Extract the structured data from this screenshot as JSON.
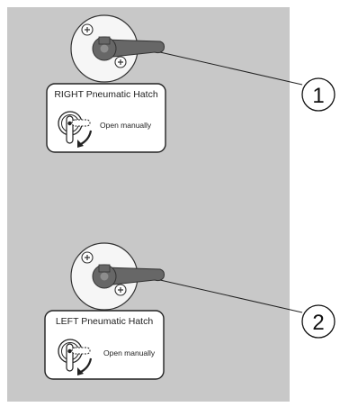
{
  "hatches": [
    {
      "id": "right",
      "title": "RIGHT Pneumatic Hatch",
      "instruction": "Open manually",
      "callout": "1",
      "icons": [
        "screw-icon",
        "screw-icon",
        "lever-handle-icon",
        "manual-lever-icon",
        "rotate-arrow-icon"
      ]
    },
    {
      "id": "left",
      "title": "LEFT Pneumatic Hatch",
      "instruction": "Open manually",
      "callout": "2",
      "icons": [
        "screw-icon",
        "screw-icon",
        "lever-handle-icon",
        "manual-lever-icon",
        "rotate-arrow-icon"
      ]
    }
  ],
  "colors": {
    "panel": "#c8c8c8",
    "disc": "#f6f6f6",
    "handle": "#676767",
    "label_bg": "#ffffff",
    "line": "#222222"
  }
}
